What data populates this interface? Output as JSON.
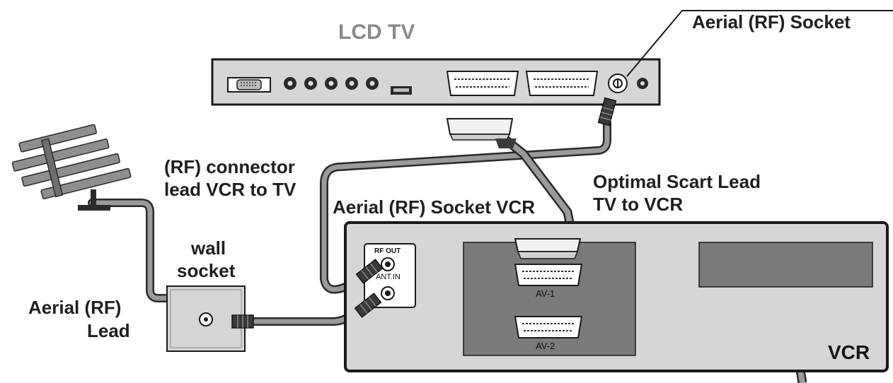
{
  "labels": {
    "tv_title": "LCD TV",
    "tv_aerial_socket": "Aerial (RF) Socket",
    "rf_connector_line1": "(RF) connector",
    "rf_connector_line2": "lead VCR to TV",
    "optimal_scart_line1": "Optimal Scart Lead",
    "optimal_scart_line2": "TV to VCR",
    "vcr_aerial_socket": "Aerial (RF) Socket VCR",
    "wall_socket_line1": "wall",
    "wall_socket_line2": "socket",
    "aerial_lead_line1": "Aerial (RF)",
    "aerial_lead_line2": "Lead",
    "vcr_title": "VCR",
    "rf_out": "RF OUT",
    "ant_in": "ANT.IN",
    "av1": "AV-1",
    "av2": "AV-2"
  },
  "colors": {
    "panel_fill": "#d6d6d6",
    "cable": "#8f8f8f",
    "dark_panel": "#7a7a7a",
    "outline": "#1a1a1a"
  },
  "icons": {
    "antenna": "antenna-icon",
    "rf_plug": "rf-plug-icon",
    "scart_plug": "scart-plug-icon"
  }
}
